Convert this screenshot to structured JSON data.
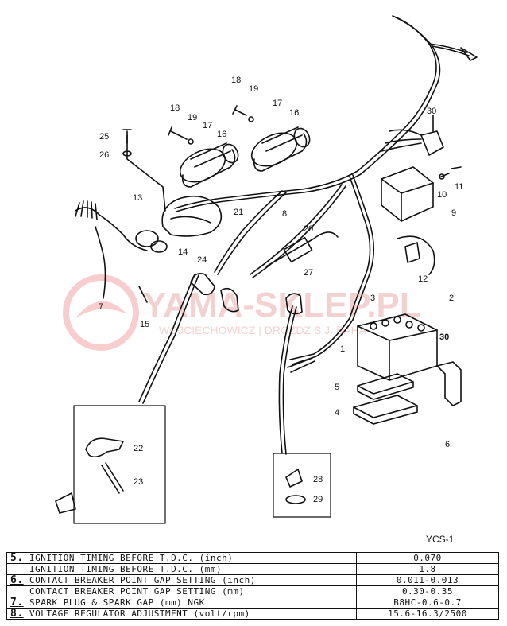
{
  "watermark": {
    "brand": "YAMA-SKLEP.PL",
    "tagline": "WOJCIECHOWICZ | DROŻDŻ S.J. BAHA"
  },
  "callouts": [
    "1",
    "2",
    "3",
    "4",
    "5",
    "6",
    "7",
    "8",
    "9",
    "10",
    "11",
    "12",
    "13",
    "14",
    "15",
    "16",
    "16",
    "17",
    "17",
    "18",
    "18",
    "19",
    "19",
    "20",
    "21",
    "22",
    "23",
    "24",
    "25",
    "26",
    "27",
    "28",
    "29",
    "30",
    "30"
  ],
  "model_code": "YCS-1",
  "spec_table": [
    {
      "num": "5.",
      "label": "IGNITION TIMING BEFORE T.D.C. (inch)",
      "value": "0.070"
    },
    {
      "num": "",
      "label": "IGNITION TIMING BEFORE T.D.C. (mm)",
      "value": "1.8"
    },
    {
      "num": "6.",
      "label": "CONTACT BREAKER POINT GAP SETTING (inch)",
      "value": "0.011-0.013"
    },
    {
      "num": "",
      "label": "CONTACT BREAKER POINT GAP SETTING (mm)",
      "value": "0.30-0.35"
    },
    {
      "num": "7.",
      "label": "SPARK PLUG & SPARK GAP (mm)    NGK",
      "value": "B8HC-0.6-0.7"
    },
    {
      "num": "8.",
      "label": "VOLTAGE REGULATOR ADJUSTMENT (volt/rpm)",
      "value": "15.6-16.3/2500"
    }
  ]
}
